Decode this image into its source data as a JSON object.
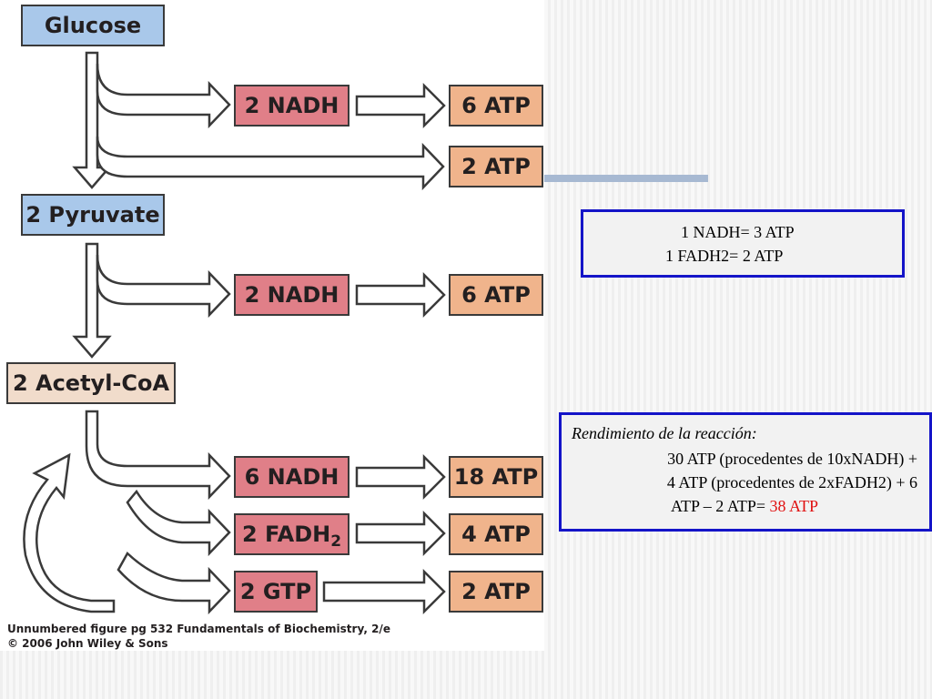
{
  "diagram": {
    "boxes": {
      "glucose": "Glucose",
      "pyruvate": "2 Pyruvate",
      "acetyl_coa": "2 Acetyl-CoA",
      "nadh_1": "2 NADH",
      "atp_1": "6 ATP",
      "atp_2": "2 ATP",
      "nadh_2": "2 NADH",
      "atp_3": "6 ATP",
      "nadh_3": "6 NADH",
      "atp_4": "18 ATP",
      "fadh_main": "2 FADH",
      "fadh_sub": "2",
      "atp_5": "4 ATP",
      "gtp": "2 GTP",
      "atp_6": "2 ATP"
    },
    "caption": {
      "line1": "Unnumbered figure pg 532  Fundamentals of Biochemistry, 2/e",
      "line2": "© 2006 John Wiley & Sons"
    }
  },
  "equivalence": {
    "line1": "1 NADH= 3 ATP",
    "line2": "1 FADH2= 2 ATP"
  },
  "yield": {
    "title": "Rendimiento de la reacción:",
    "line1": "30 ATP (procedentes de 10xNADH) +",
    "line2": "4 ATP (procedentes de 2xFADH2) + 6",
    "line3_prefix": "ATP – 2 ATP= ",
    "line3_total": "38 ATP"
  },
  "colors": {
    "accent_blue_border": "#1414c8",
    "highlight_red": "#e01010",
    "substrate_blue": "#a9c8ea",
    "carrier_red": "#e07f88",
    "atp_orange": "#f0b48c"
  }
}
